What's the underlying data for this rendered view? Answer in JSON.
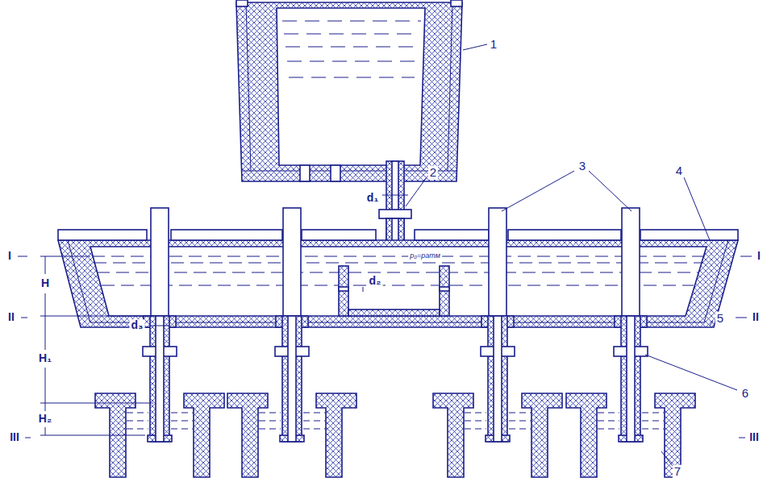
{
  "diagram": {
    "labels": [
      "1",
      "2",
      "3",
      "4",
      "5",
      "6",
      "7",
      "d₁",
      "d₂",
      "d₃",
      "H",
      "H₁",
      "H₂",
      "I",
      "I",
      "II",
      "II",
      "III",
      "III",
      "p₀=pатм"
    ]
  }
}
